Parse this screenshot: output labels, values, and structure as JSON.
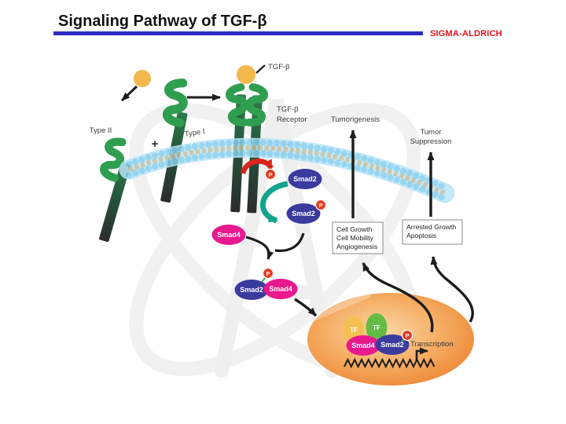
{
  "slide": {
    "title": "Signaling Pathway of TGF-β",
    "brand": "SIGMA-ALDRICH"
  },
  "labels": {
    "ligand": "TGF-β",
    "receptor_line1": "TGF-β",
    "receptor_line2": "Receptor",
    "type_ii": "Type II",
    "type_i": "Type I",
    "plus": "+",
    "tumorigenesis": "Tumorigenesis",
    "tumor_suppression_line1": "Tumor",
    "tumor_suppression_line2": "Suppression",
    "transcription": "Transcription",
    "phosphate": "P",
    "smad2": "Smad2",
    "smad4": "Smad4",
    "tf": "TF"
  },
  "boxes": {
    "outcome_growth": {
      "line1": "Cell Growth",
      "line2": "Cell Mobility",
      "line3": "Angiogenesis"
    },
    "outcome_arrest": {
      "line1": "Arrested Growth",
      "line2": "Apoptosis"
    }
  },
  "colors": {
    "accent_bar": "#2b2bbd",
    "brand_red": "#e8131d",
    "membrane_blue": "#b9e4f6",
    "membrane_dot_blue": "#85cfee",
    "lipid_tail_tan": "#c2ba92",
    "receptor_green": "#2f9e50",
    "stalk_dark": "#2c2c2c",
    "smad2_blue": "#3b3a9e",
    "smad4_magenta": "#e9188f",
    "phosphate_red": "#e63a1f",
    "ligand_yellow": "#f2b84b",
    "nucleus_orange": "#ec7e2c",
    "tf_yellow": "#f4c054",
    "tf_green": "#64bb46",
    "teal_arrow": "#14a38c",
    "red_arrow": "#d8251d",
    "arrow_black": "#1d1d1d"
  }
}
